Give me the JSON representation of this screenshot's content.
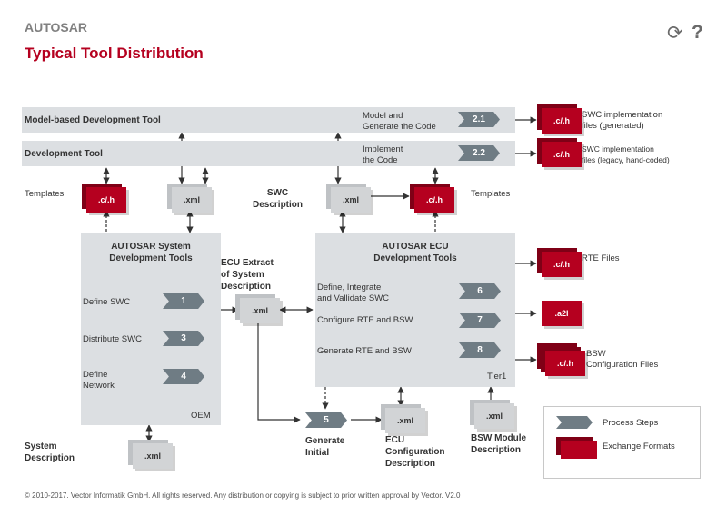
{
  "header": {
    "brand": "AUTOSAR",
    "title": "Typical Tool Distribution",
    "reload_icon": "reload-icon",
    "help_icon": "help-icon",
    "reload_glyph": "⟳",
    "help_glyph": "?"
  },
  "bars": {
    "model_tool": "Model-based Development Tool",
    "dev_tool": "Development Tool",
    "model_step_label": "Model and\nGenerate the Code",
    "model_step_num": "2.1",
    "impl_step_label": "Implement\nthe Code",
    "impl_step_num": "2.2"
  },
  "labels": {
    "templates_left": "Templates",
    "templates_right": "Templates",
    "swc_description": "SWC\nDescription",
    "ecu_extract": "ECU Extract\nof System\nDescription",
    "system_description": "System\nDescription",
    "generate_initial": "Generate\nInitial",
    "ecu_config_desc": "ECU\nConfiguration\nDescription",
    "bsw_module_desc": "BSW Module\nDescription"
  },
  "system_tools": {
    "title": "AUTOSAR System\nDevelopment Tools",
    "corner": "OEM",
    "steps": [
      {
        "label": "Define SWC",
        "num": "1"
      },
      {
        "label": "Distribute SWC",
        "num": "3"
      },
      {
        "label": "Define\nNetwork",
        "num": "4"
      }
    ]
  },
  "ecu_tools": {
    "title": "AUTOSAR ECU\nDevelopment Tools",
    "corner": "Tier1",
    "steps": [
      {
        "label": "Define, Integrate\nand Vallidate SWC",
        "num": "6"
      },
      {
        "label": "Configure RTE and BSW",
        "num": "7"
      },
      {
        "label": "Generate RTE and BSW",
        "num": "8"
      }
    ]
  },
  "generate_step_num": "5",
  "docs": {
    "ch": ".c/.h",
    "xml": ".xml",
    "a2l": ".a2l"
  },
  "outputs": {
    "swc_generated": "SWC implementation\nfiles (generated)",
    "swc_legacy": "SWC implementation\nfiles (legacy, hand-coded)",
    "rte_files": "RTE Files",
    "bsw_config": "BSW\nConfiguration Files"
  },
  "legend": {
    "process_steps": "Process Steps",
    "exchange_formats": "Exchange Formats"
  },
  "footer": "© 2010-2017. Vector Informatik GmbH. All rights reserved. Any distribution or copying is subject to prior written approval by Vector. V2.0",
  "colors": {
    "accent": "#b5001f",
    "step": "#6f7c84",
    "panel": "#dcdfe2"
  }
}
